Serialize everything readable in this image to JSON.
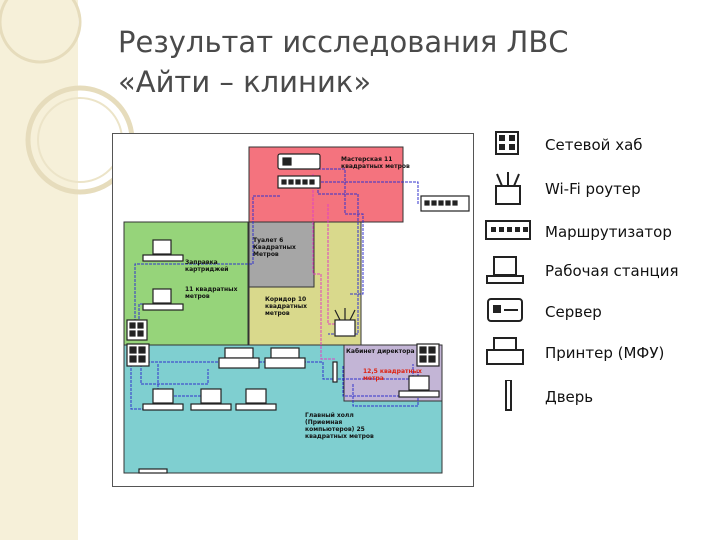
{
  "title": {
    "line1": "Результат исследования ЛВС",
    "line2": "«Айти – клиник»"
  },
  "plan": {
    "rooms": {
      "workshop": "Мастерская 11 квадратных метров",
      "toilet": "Туалет 6 Квадратных Метров",
      "refill": "Заправка картриджей",
      "refill_area": "11 квадратных метров",
      "corridor": "Коридор 10 квадратных метров",
      "director": "Кабинет директора",
      "director_area": "12,5 квадратных метра",
      "main_hall": "Главный холл (Приемная компьютеров) 25 квадратных метров"
    },
    "colors": {
      "workshop": "#f4737e",
      "refill": "#96d47a",
      "toilet": "#a6a6a6",
      "corridor": "#d9d98c",
      "main_hall": "#7fcfd0",
      "director": "#c3b5d6",
      "network_line": "#3333cc",
      "network_line_pink": "#e040c0"
    }
  },
  "legend": [
    {
      "icon": "network-hub-icon",
      "label": "Сетевой хаб"
    },
    {
      "icon": "wifi-router-icon",
      "label": "Wi-Fi роутер"
    },
    {
      "icon": "router-icon",
      "label": "Маршрутизатор"
    },
    {
      "icon": "workstation-icon",
      "label": "Рабочая станция"
    },
    {
      "icon": "server-icon",
      "label": "Сервер"
    },
    {
      "icon": "printer-icon",
      "label": "Принтер (МФУ)"
    },
    {
      "icon": "door-icon",
      "label": "Дверь"
    }
  ]
}
